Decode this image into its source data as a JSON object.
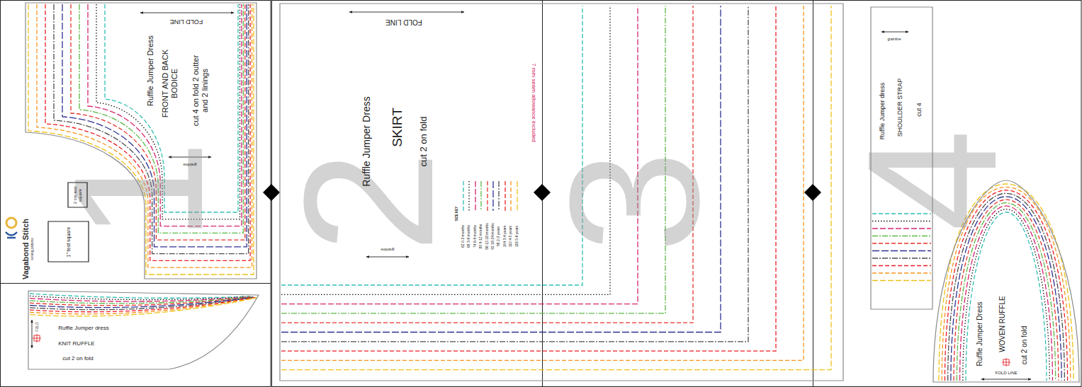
{
  "diagram": {
    "nodes": [
      {
        "text": [
          "FOLD LINE",
          "Ruffle Jumper Dress",
          "FRONT AND BACK BODICE",
          "cut 4 on fold 2 outter and 2 linings",
          "grainline"
        ]
      },
      {
        "text": [
          "2 cm test square"
        ]
      },
      {
        "text": [
          "1\" test square"
        ]
      },
      {
        "text": [
          "FOLD",
          "Ruffle Jumper dress",
          "KNIT RUFFLE",
          "cut 2 on fold"
        ]
      },
      {
        "text": [
          "FOLD LINE",
          "Ruffle Jumper Dress",
          "SKIRT",
          "cut 2 on fold",
          "grainline",
          "7 mm seam allowance included"
        ]
      },
      {
        "text": [
          "grainline",
          "Ruffle Jumper dress",
          "SHOULDER STRAP",
          "cut 4"
        ]
      },
      {
        "text": [
          "Ruffle Jumper Dress",
          "WOVEN RUFFLE",
          "cut 2 on fold",
          "FOLD LINE"
        ]
      }
    ],
    "labels": [
      "1",
      "2",
      "3",
      "4",
      "Vagabond Stitch",
      "sewing patterns",
      "SIZE KEY"
    ],
    "legend": [
      {
        "text": "62 0-3 months"
      },
      {
        "text": "68 3-6 months"
      },
      {
        "text": "74 6-9 months"
      },
      {
        "text": "80 9-12 months"
      },
      {
        "text": "86 12-18 months"
      },
      {
        "text": "92 18-24 months"
      },
      {
        "text": "98 2-3 years"
      },
      {
        "text": "104 3-4 years"
      },
      {
        "text": "110 4-5 years"
      },
      {
        "text": "116 5-6 years"
      }
    ]
  }
}
